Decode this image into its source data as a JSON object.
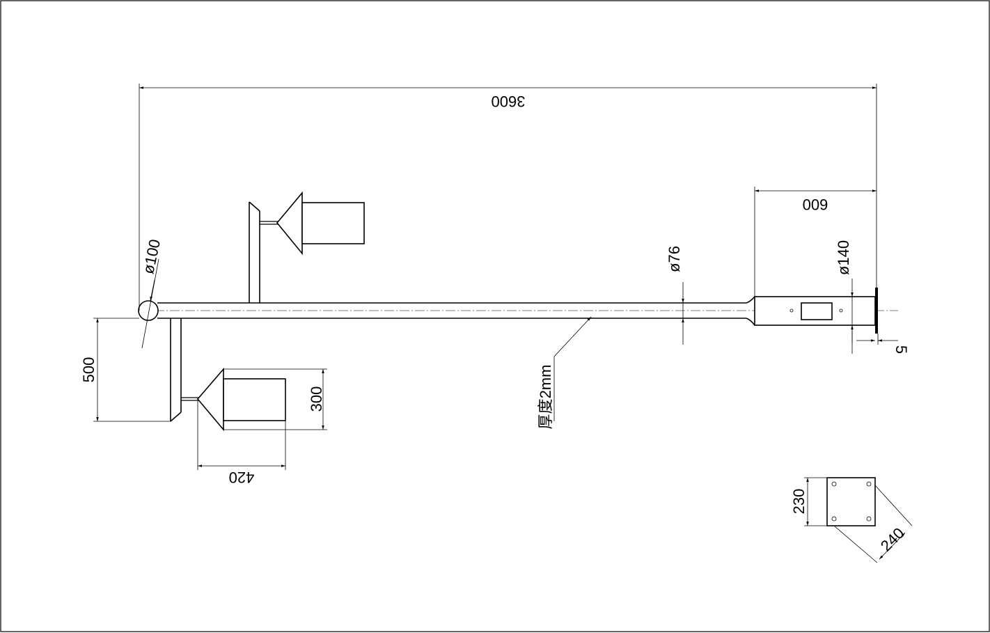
{
  "drawing": {
    "total_length": "3600",
    "tip_length": "600",
    "tip_diameter": "ø140",
    "pole_diameter": "ø76",
    "end_diameter": "ø100",
    "flange_offset": "5",
    "arm_height": "500",
    "lamp_height": "300",
    "lamp_width": "420",
    "wall_thickness": "厚度2mm",
    "base_height": "230",
    "base_diagonal": "240"
  }
}
